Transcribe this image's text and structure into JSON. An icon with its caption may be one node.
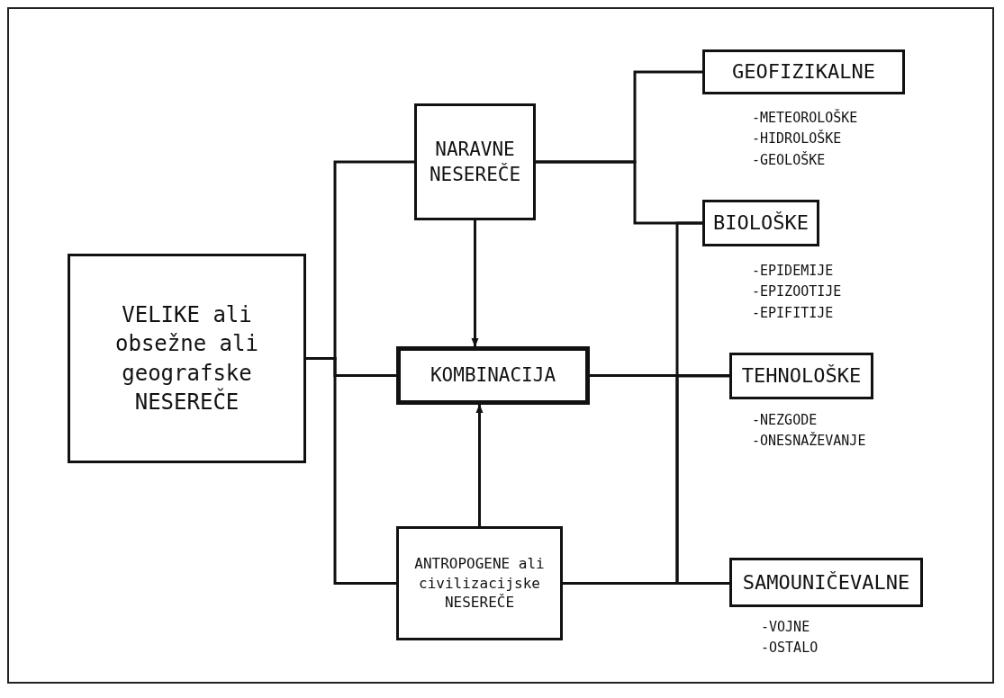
{
  "diagram": {
    "nodes": [
      {
        "text": [
          "VELIKE ali obsežne ali geografske NESEREČE"
        ]
      },
      {
        "text": [
          "NARAVNE NESEREČE"
        ]
      },
      {
        "text": [
          "KOMBINACIJA"
        ]
      },
      {
        "text": [
          "ANTROPOGENE ali civilizacijske NESEREČE"
        ]
      },
      {
        "text": [
          "GEOFIZIKALNE"
        ],
        "beside": [
          "-METEOROLOŠKE",
          "-HIDROLOŠKE",
          "-GEOLOŠKE"
        ]
      },
      {
        "text": [
          "BIOLOŠKE"
        ],
        "beside": [
          "-EPIDEMIJE",
          "-EPIZOOTIJE",
          "-EPIFITIJE"
        ]
      },
      {
        "text": [
          "TEHNOLOŠKE"
        ],
        "beside": [
          "-NEZGODE",
          "-ONESNAŽEVANJE"
        ]
      },
      {
        "text": [
          "SAMOUNIČEVALNE"
        ],
        "beside": [
          "-VOJNE",
          "-OSTALO"
        ]
      }
    ],
    "edges": [
      {
        "from": 0,
        "to": 1,
        "arrow": "none"
      },
      {
        "from": 0,
        "to": 2,
        "arrow": "none"
      },
      {
        "from": 0,
        "to": 3,
        "arrow": "none"
      },
      {
        "from": 1,
        "to": 2,
        "arrow": "to"
      },
      {
        "from": 3,
        "to": 2,
        "arrow": "to"
      },
      {
        "from": 1,
        "to": 4,
        "arrow": "none"
      },
      {
        "from": 1,
        "to": 5,
        "arrow": "none"
      },
      {
        "from": 2,
        "to": 6,
        "arrow": "none"
      },
      {
        "from": 3,
        "to": 5,
        "arrow": "none"
      },
      {
        "from": 3,
        "to": 6,
        "arrow": "none"
      },
      {
        "from": 3,
        "to": 7,
        "arrow": "none"
      }
    ]
  }
}
